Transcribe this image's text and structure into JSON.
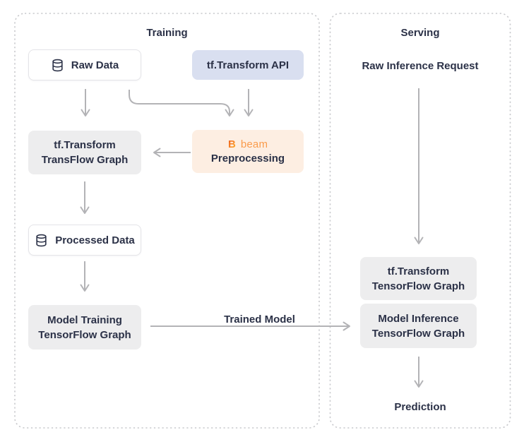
{
  "training": {
    "title": "Training",
    "raw_data": {
      "label": "Raw Data",
      "icon": "database"
    },
    "tft_api": {
      "label": "tf.Transform API"
    },
    "preprocessing": {
      "logo_b": "B",
      "logo_text": "beam",
      "label": "Preprocessing"
    },
    "transform_graph": {
      "line1": "tf.Transform",
      "line2": "TransFlow Graph"
    },
    "processed_data": {
      "label": "Processed Data",
      "icon": "database"
    },
    "model_training": {
      "line1": "Model Training",
      "line2": "TensorFlow Graph"
    }
  },
  "serving": {
    "title": "Serving",
    "raw_inference_request": "Raw Inference Request",
    "transform_graph": {
      "line1": "tf.Transform",
      "line2": "TensorFlow Graph"
    },
    "model_inference": {
      "line1": "Model Inference",
      "line2": "TensorFlow Graph"
    },
    "prediction": "Prediction"
  },
  "connections": {
    "trained_model_label": "Trained Model"
  },
  "colors": {
    "text": "#2b3147",
    "arrow": "#b3b3b6",
    "dashed_border": "#c9cacd",
    "box_gray": "#ededee",
    "box_blue": "#d9dff0",
    "box_peach": "#fdeee2",
    "white_box_border": "#e4e4e8",
    "beam_b_orange": "#f4752a",
    "beam_text_orange": "#fa9b4b"
  }
}
